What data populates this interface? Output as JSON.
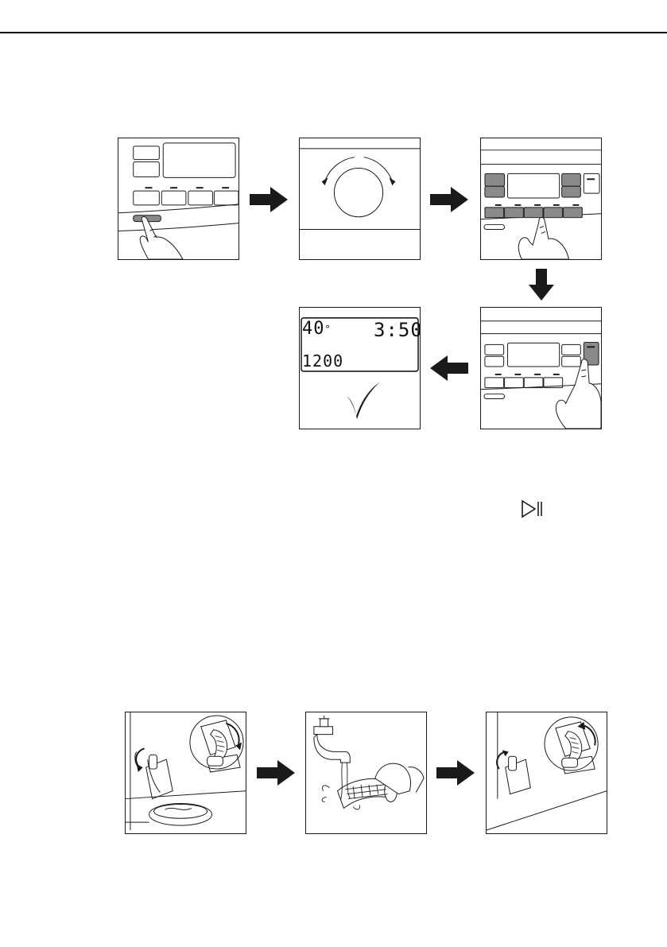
{
  "display": {
    "temperature": "40",
    "time": "3:50",
    "spin": "1200"
  },
  "symbols": {
    "play_pause": "play-pause-icon",
    "confirm": "checkmark-icon"
  },
  "colors": {
    "line": "#1a1a1a",
    "highlight": "#8a8a8a",
    "arrow": "#1a1a1a"
  }
}
